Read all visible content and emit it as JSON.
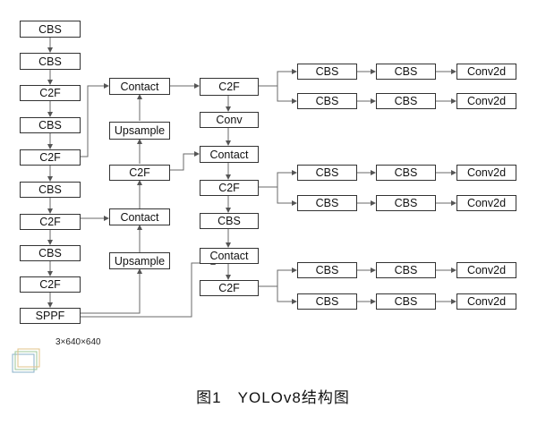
{
  "nodes": {
    "cbs1": "CBS",
    "cbs2": "CBS",
    "c2f1": "C2F",
    "cbs3": "CBS",
    "c2f2": "C2F",
    "cbs4": "CBS",
    "c2f3": "C2F",
    "cbs5": "CBS",
    "c2f4": "C2F",
    "sppf": "SPPF",
    "contact1": "Contact",
    "upsample1": "Upsample",
    "c2f5": "C2F",
    "contact2": "Contact",
    "upsample2": "Upsample",
    "c2f6": "C2F",
    "conv": "Conv",
    "contact3": "Contact",
    "c2f7": "C2F",
    "cbs6": "CBS",
    "contact4": "Contact",
    "c2f8": "C2F",
    "h1_cbs_a": "CBS",
    "h1_cbs_b": "CBS",
    "h1_conv2d": "Conv2d",
    "h2_cbs_a": "CBS",
    "h2_cbs_b": "CBS",
    "h2_conv2d": "Conv2d",
    "h3_cbs_a": "CBS",
    "h3_cbs_b": "CBS",
    "h3_conv2d": "Conv2d",
    "h4_cbs_a": "CBS",
    "h4_cbs_b": "CBS",
    "h4_conv2d": "Conv2d",
    "h5_cbs_a": "CBS",
    "h5_cbs_b": "CBS",
    "h5_conv2d": "Conv2d",
    "h6_cbs_a": "CBS",
    "h6_cbs_b": "CBS",
    "h6_conv2d": "Conv2d"
  },
  "input_label": "3×640×640",
  "caption": "图1　YOLOv8结构图"
}
